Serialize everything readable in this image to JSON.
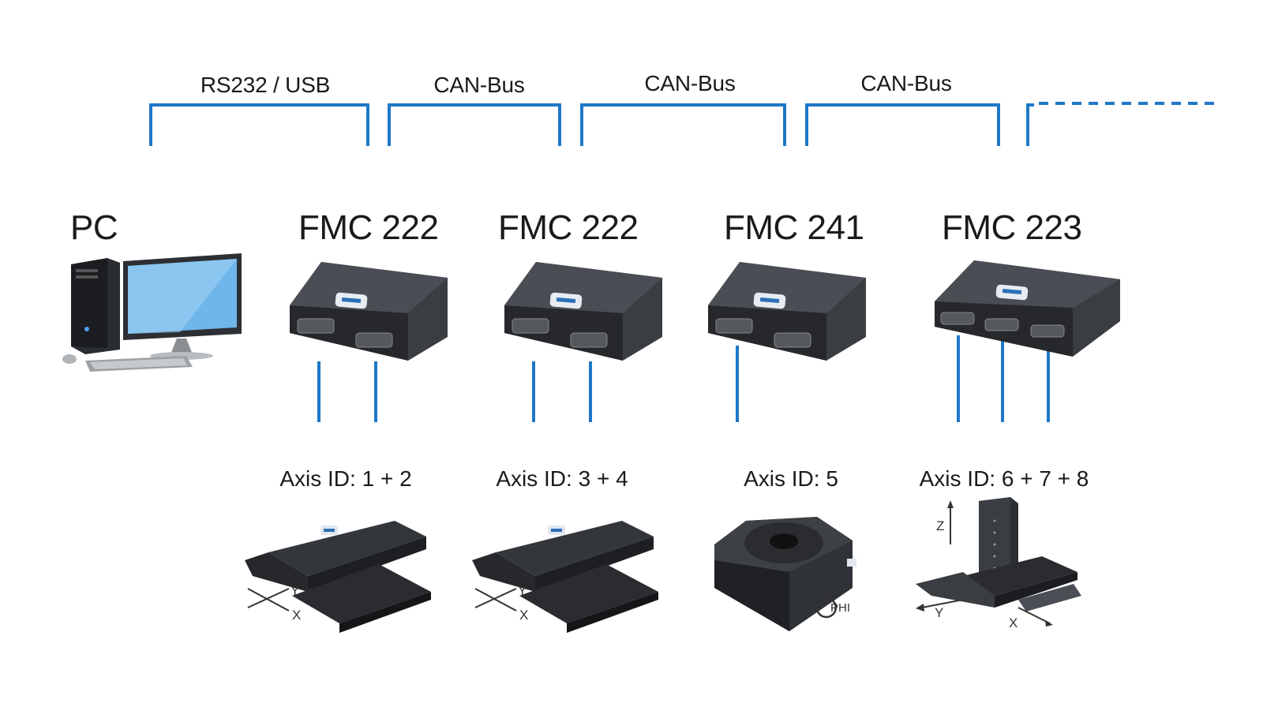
{
  "colors": {
    "bus_line": "#1e78c8",
    "device_body": "#3a3d42",
    "text": "#1a1a1a"
  },
  "buses": [
    {
      "label": "RS232 / USB"
    },
    {
      "label": "CAN-Bus"
    },
    {
      "label": "CAN-Bus"
    },
    {
      "label": "CAN-Bus"
    }
  ],
  "pc": {
    "title": "PC",
    "icon": "desktop-computer-icon"
  },
  "controllers": [
    {
      "title": "FMC 222",
      "ports": 2,
      "axis_label": "Axis ID: 1 + 2",
      "stage": "xy-stage"
    },
    {
      "title": "FMC 222",
      "ports": 2,
      "axis_label": "Axis ID: 3 + 4",
      "stage": "xy-stage"
    },
    {
      "title": "FMC 241",
      "ports": 2,
      "axis_label": "Axis ID: 5",
      "stage": "rotation-stage"
    },
    {
      "title": "FMC 223",
      "ports": 3,
      "axis_label": "Axis ID: 6 + 7 + 8",
      "stage": "xyz-stage"
    }
  ],
  "stage_axes": {
    "xy1": {
      "y": "Y",
      "x": "X"
    },
    "xy2": {
      "y": "Y",
      "x": "X"
    },
    "rot": {
      "phi": "PHI"
    },
    "xyz": {
      "z": "Z",
      "y": "Y",
      "x": "X"
    }
  }
}
